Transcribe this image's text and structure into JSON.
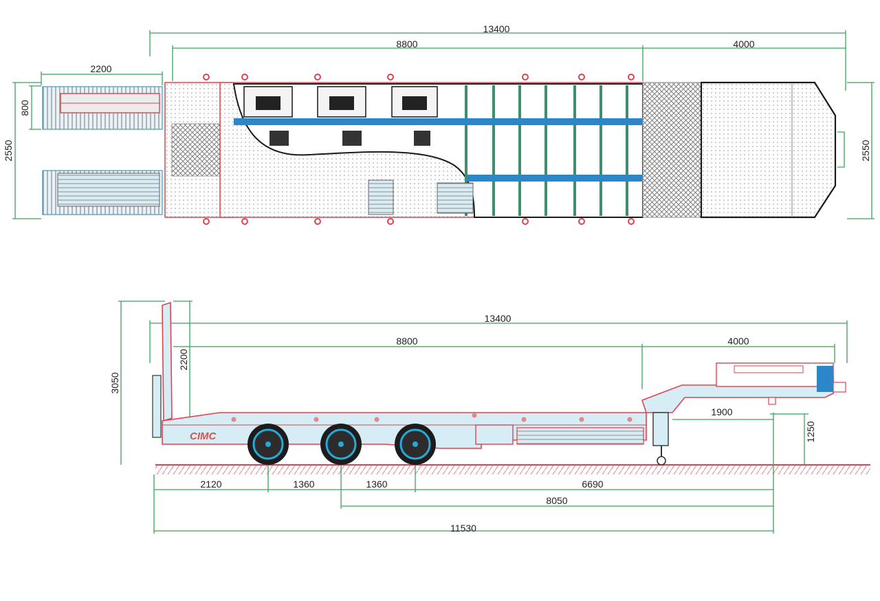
{
  "brand": {
    "logo_text": "CIMC"
  },
  "top_view": {
    "dims": {
      "total_length": "13400",
      "main_deck": "8800",
      "gooseneck": "4000",
      "ramp_length": "2200",
      "ramp_width": "800",
      "width_left": "2550",
      "width_right": "2550"
    }
  },
  "side_view": {
    "dims": {
      "total_length": "13400",
      "main_deck": "8800",
      "gooseneck": "4000",
      "overall_height": "3050",
      "ramp_height": "2200",
      "kingpin_height": "1250",
      "kingpin_offset": "1900",
      "rear_overhang": "2120",
      "axle_spacing_1": "1360",
      "axle_spacing_2": "1360",
      "axle_to_kingpin": "6690",
      "center_axle_to_kingpin": "8050",
      "rear_to_kingpin": "11530"
    }
  },
  "colors": {
    "dimension_line": "#3aa357",
    "frame_red": "#e0434f",
    "beam_blue": "#2b87c7",
    "crossmember_teal": "#3f8f6e",
    "ground": "#e8a0a8",
    "tyre_ring": "#29a8d6"
  }
}
